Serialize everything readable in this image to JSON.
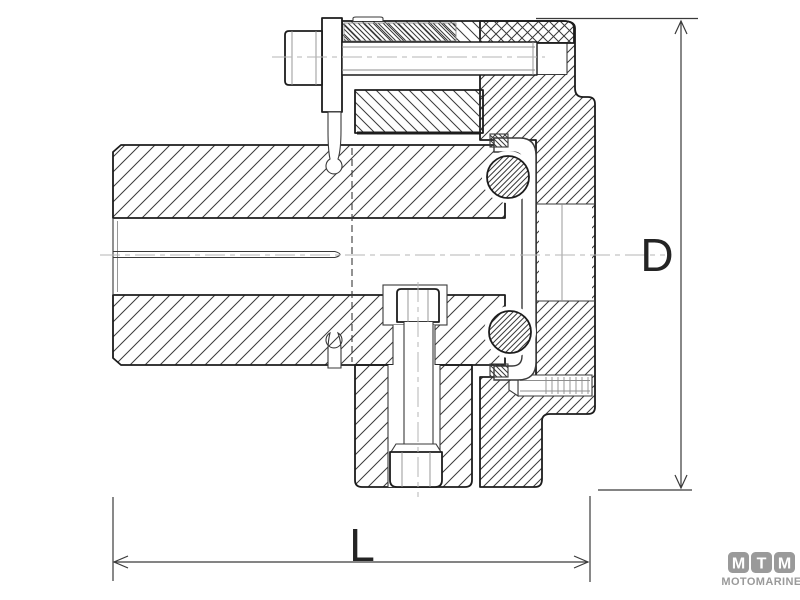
{
  "drawing": {
    "dimensions": {
      "diameter_label": "D",
      "length_label": "L"
    }
  },
  "logo": {
    "letters": [
      "M",
      "T",
      "M"
    ],
    "name": "MOTOMARINE",
    "color": "#9a9a9a"
  },
  "colors": {
    "background": "#ffffff",
    "line": "#1c1c1c",
    "hatch": "#3a3a3a",
    "centerline": "#b5b5b5",
    "dimension": "#3a3a3a"
  }
}
